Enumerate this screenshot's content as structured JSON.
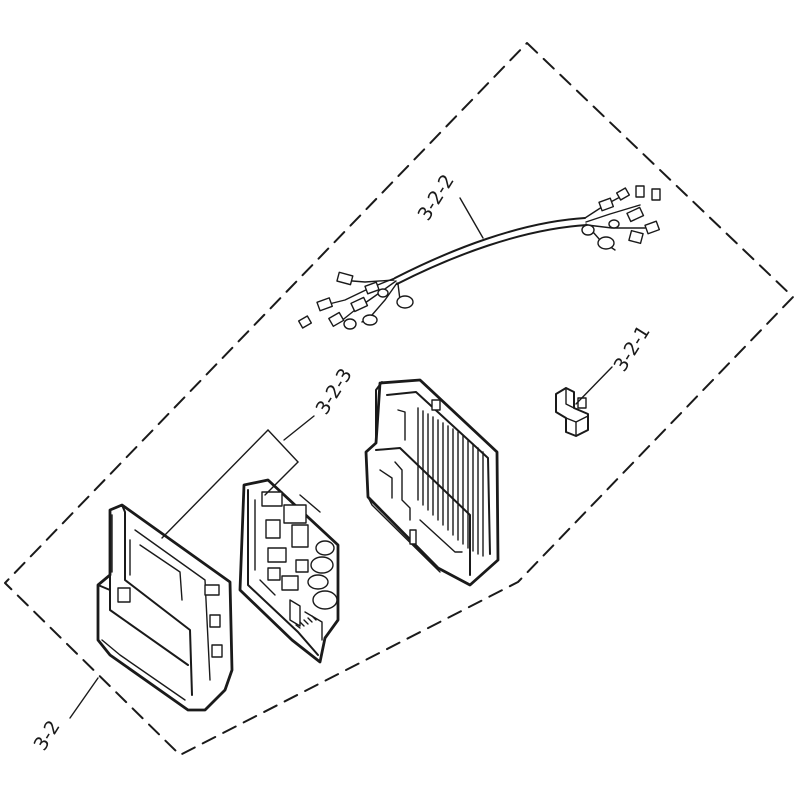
{
  "callouts": {
    "assembly": "3-2",
    "sensor": "3-2-1",
    "harness": "3-2-2",
    "pcb": "3-2-3"
  },
  "colors": {
    "line": "#1a1a1a",
    "background": "#ffffff"
  }
}
